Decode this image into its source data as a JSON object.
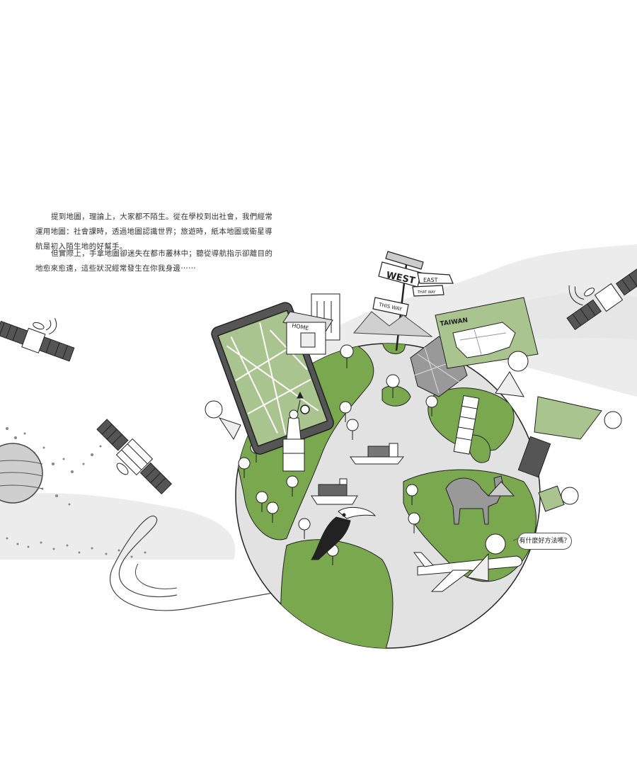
{
  "text": {
    "paragraph_1": "提到地圖，理論上，大家都不陌生。從在學校到出社會，我們經常運用地圖：社會課時，透過地圖認識世界；旅遊時，紙本地圖或衛星導航是初入陌生地的好幫手。",
    "paragraph_2": "但實際上，手拿地圖卻迷失在都市叢林中；聽從導航指示卻離目的地愈來愈遠，這些狀況經常發生在你我身邊⋯⋯",
    "speech_bubble": "有什麼好方法嗎？"
  },
  "signs": {
    "west": "WEST",
    "east": "EAST",
    "that_way": "THAT WAY",
    "this_way": "THIS WAY",
    "home": "HOME",
    "taiwan": "TAIWAN"
  },
  "colors": {
    "land_green": "#7aa84f",
    "ocean_grey": "#e2e2e2",
    "ink": "#222222",
    "cloud_grey": "#d6d6d6",
    "map_green": "#a9c48e"
  }
}
